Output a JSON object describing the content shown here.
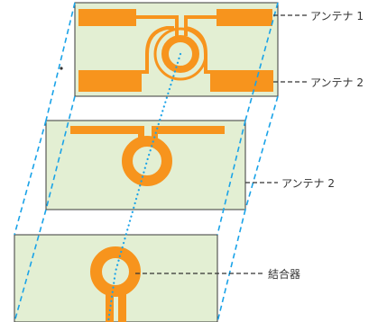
{
  "labels": {
    "top_right": "アンテナ 1",
    "top_lower": "アンテナ 2",
    "middle": "アンテナ 2",
    "bottom": "結合器"
  },
  "colors": {
    "copper": "#f7941d",
    "board": "#e3efd3",
    "guide_lines": "#1aa3e8",
    "leader_lines": "#333333"
  }
}
